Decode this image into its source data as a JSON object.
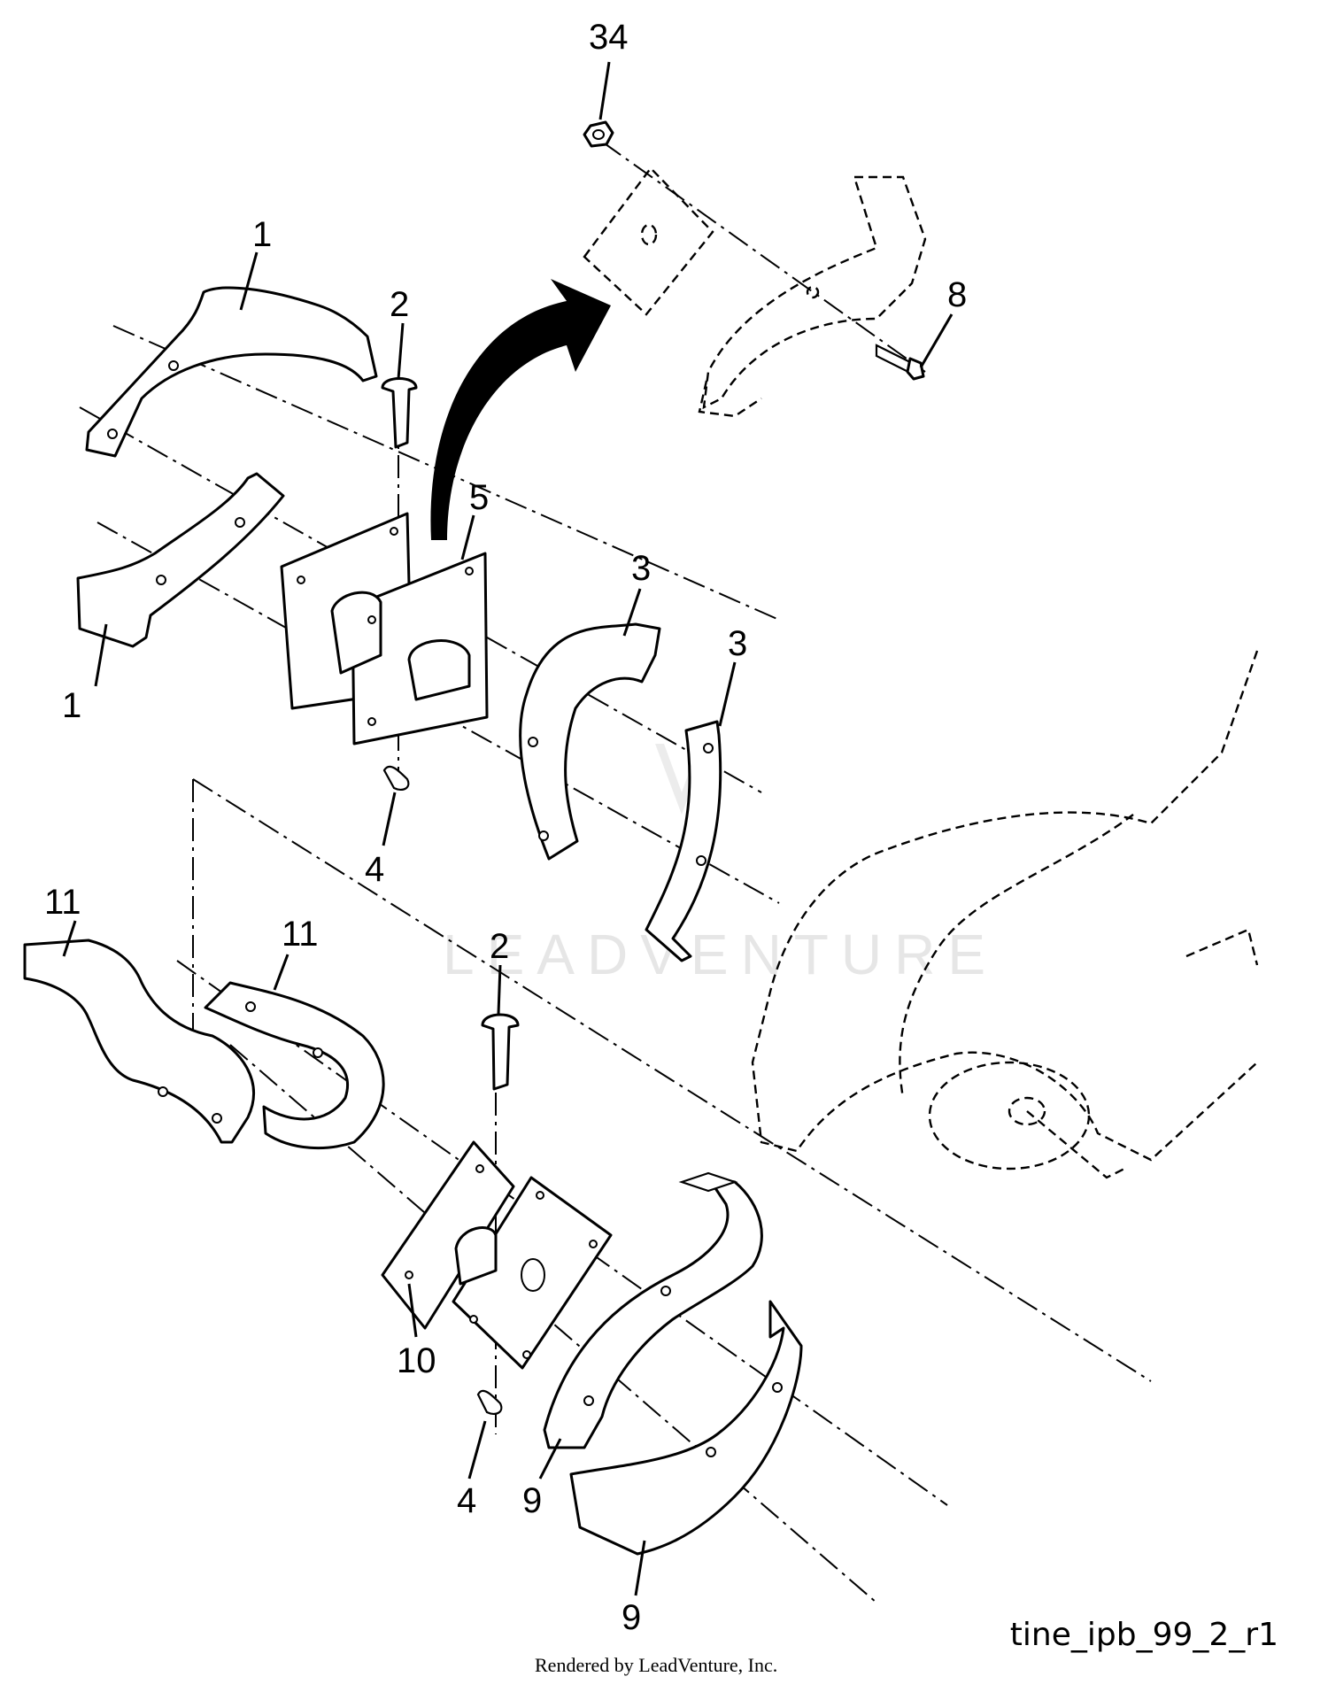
{
  "diagram": {
    "watermark": "LEADVENTURE",
    "reference_code": "tine_ipb_99_2_r1",
    "render_credit": "Rendered by LeadVenture, Inc.",
    "callouts": [
      {
        "id": "c34",
        "label": "34"
      },
      {
        "id": "c1a",
        "label": "1"
      },
      {
        "id": "c2a",
        "label": "2"
      },
      {
        "id": "c8",
        "label": "8"
      },
      {
        "id": "c5",
        "label": "5"
      },
      {
        "id": "c3a",
        "label": "3"
      },
      {
        "id": "c3b",
        "label": "3"
      },
      {
        "id": "c1b",
        "label": "1"
      },
      {
        "id": "c4a",
        "label": "4"
      },
      {
        "id": "c11a",
        "label": "11"
      },
      {
        "id": "c11b",
        "label": "11"
      },
      {
        "id": "c2b",
        "label": "2"
      },
      {
        "id": "c10",
        "label": "10"
      },
      {
        "id": "c4b",
        "label": "4"
      },
      {
        "id": "c9a",
        "label": "9"
      },
      {
        "id": "c9b",
        "label": "9"
      }
    ]
  }
}
